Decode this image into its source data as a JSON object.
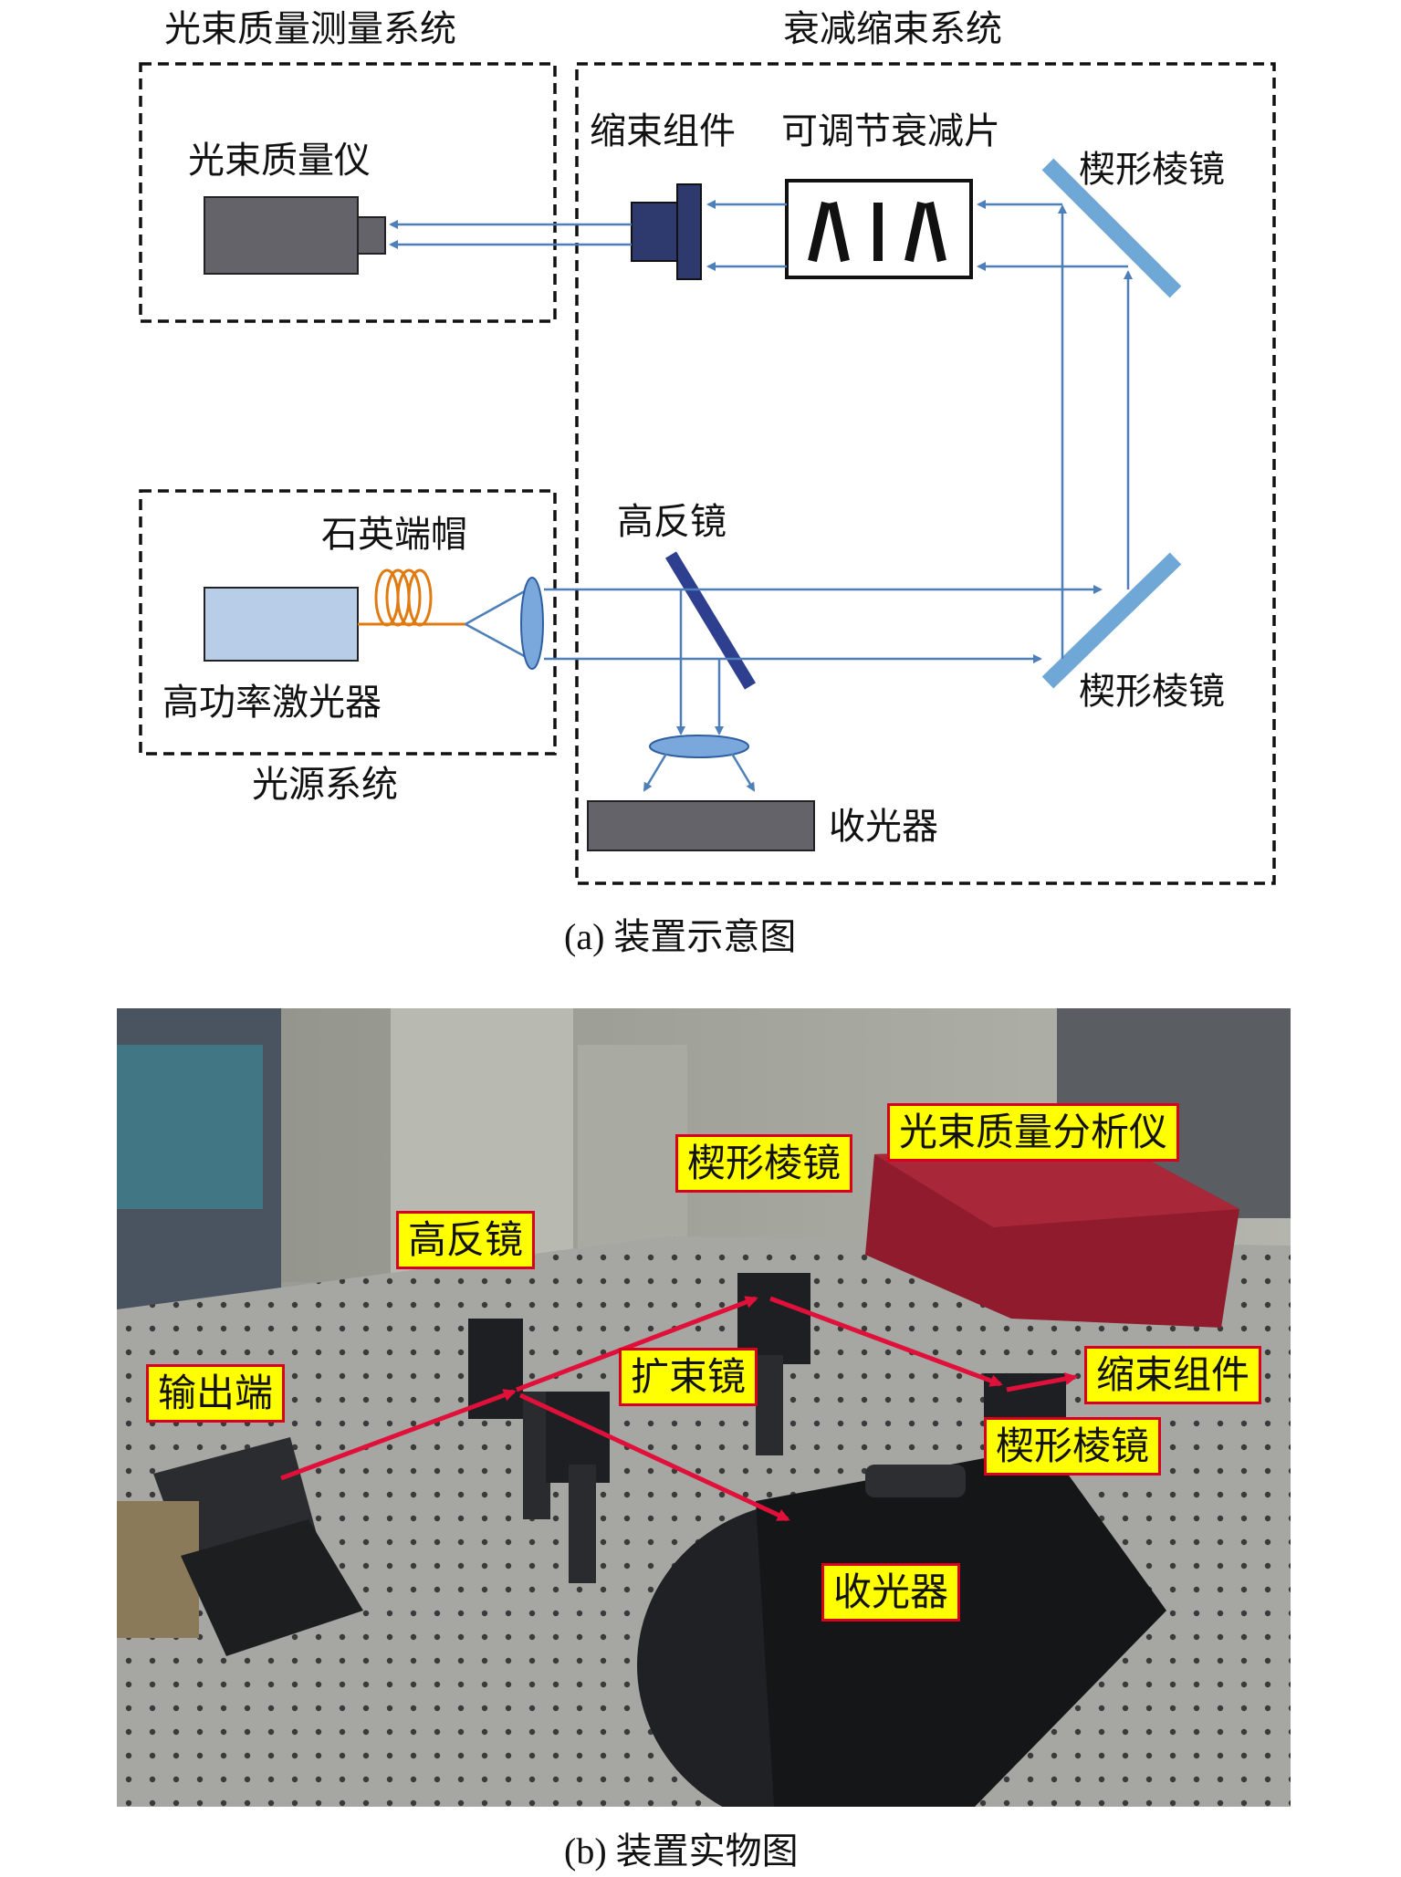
{
  "diagram_a": {
    "groups": {
      "measure": "光束质量测量系统",
      "attenuate": "衰减缩束系统",
      "source": "光源系统"
    },
    "components": {
      "beam_quality_meter": "光束质量仪",
      "beam_reducer": "缩束组件",
      "adjustable_attenuator": "可调节衰减片",
      "wedge_prism_top": "楔形棱镜",
      "wedge_prism_bottom": "楔形棱镜",
      "high_reflector": "高反镜",
      "quartz_endcap": "石英端帽",
      "laser": "高功率激光器",
      "collector": "收光器"
    },
    "caption": "(a) 装置示意图"
  },
  "photo_b": {
    "labels": {
      "output": "输出端",
      "high_reflector": "高反镜",
      "wedge_prism_1": "楔形棱镜",
      "analyzer": "光束质量分析仪",
      "expander": "扩束镜",
      "reducer": "缩束组件",
      "wedge_prism_2": "楔形棱镜",
      "collector": "收光器"
    },
    "caption": "(b) 装置实物图"
  },
  "colors": {
    "beam": "#4f7fb8",
    "prism": "#6fa8d6",
    "mirror": "#2f3f8f",
    "laser_body": "#b7cde8",
    "device_gray": "#636369",
    "reducer": "#2e3a6e",
    "fiber": "#e07b12",
    "photo_arrow": "#e0103a",
    "tag_bg": "#ffff00",
    "tag_border": "#d9001b"
  }
}
